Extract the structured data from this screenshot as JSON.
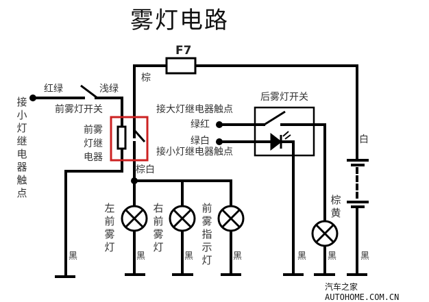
{
  "title": "雾灯电路",
  "fuse": {
    "label": "F7"
  },
  "wires": {
    "brown": "棕",
    "red_green": "红绿",
    "light_green": "浅绿",
    "brown_white": "棕白",
    "white": "白",
    "brown_yellow": "棕黄",
    "green_red": "绿红",
    "green_white": "绿白",
    "black": "黑"
  },
  "components": {
    "front_fog_switch": "前雾灯开关",
    "front_fog_relay": "前雾灯继电器",
    "rear_fog_switch": "后雾灯开关",
    "small_light_relay_contact_left": "接小灯继电器触点",
    "headlight_relay_contact": "接大灯继电器触点",
    "small_light_relay_contact": "接小灯继电器触点",
    "left_front_fog": "左前雾灯",
    "right_front_fog": "右前雾灯",
    "front_fog_indicator": "前雾指示灯"
  },
  "watermark": "汽车之家 AUTOHOME.COM.CN",
  "colors": {
    "wire": "#000000",
    "relay_box": "#cc2222"
  }
}
